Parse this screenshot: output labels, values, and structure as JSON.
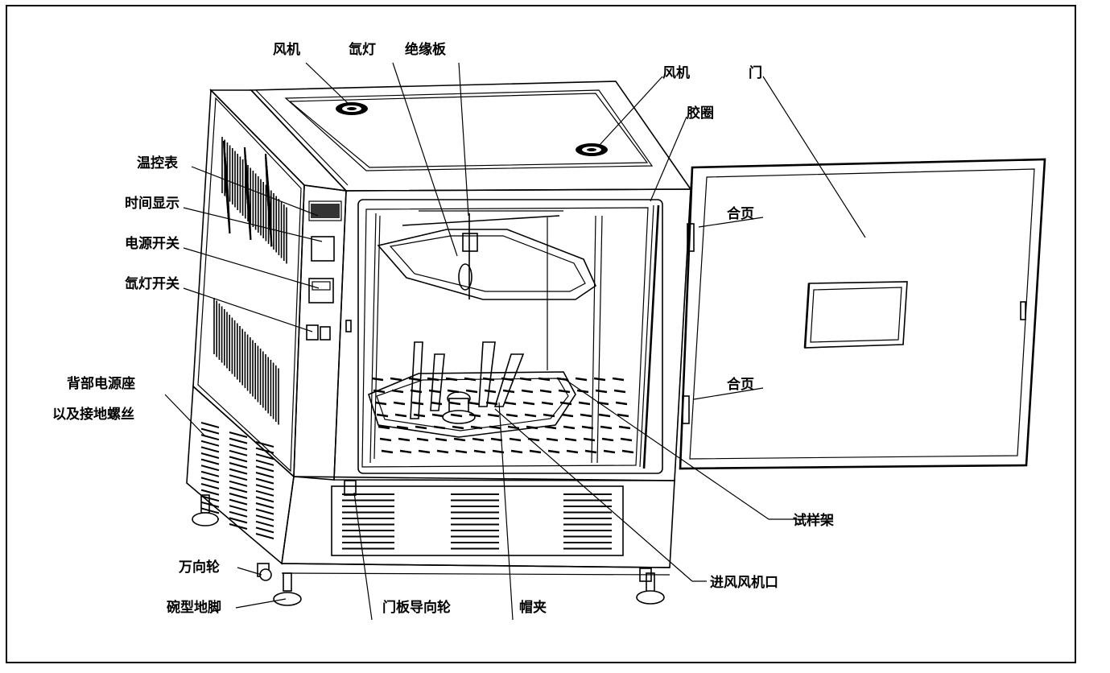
{
  "labels": {
    "fan_top_left": "风机",
    "xenon_lamp": "氙灯",
    "insulation_board": "绝缘板",
    "fan_top_right": "风机",
    "door": "门",
    "gasket": "胶圈",
    "temp_controller": "温控表",
    "time_display": "时间显示",
    "power_switch": "电源开关",
    "lamp_switch": "氙灯开关",
    "hinge_upper": "合页",
    "hinge_lower": "合页",
    "rear_socket_1": "背部电源座",
    "rear_socket_2": "以及接地螺丝",
    "sample_rack": "试样架",
    "caster": "万向轮",
    "intake_fan": "进风风机口",
    "foot": "碗型地脚",
    "door_guide_wheel": "门板导向轮",
    "cap_clamp": "帽夹"
  },
  "colors": {
    "line": "#000000",
    "background": "#ffffff"
  }
}
